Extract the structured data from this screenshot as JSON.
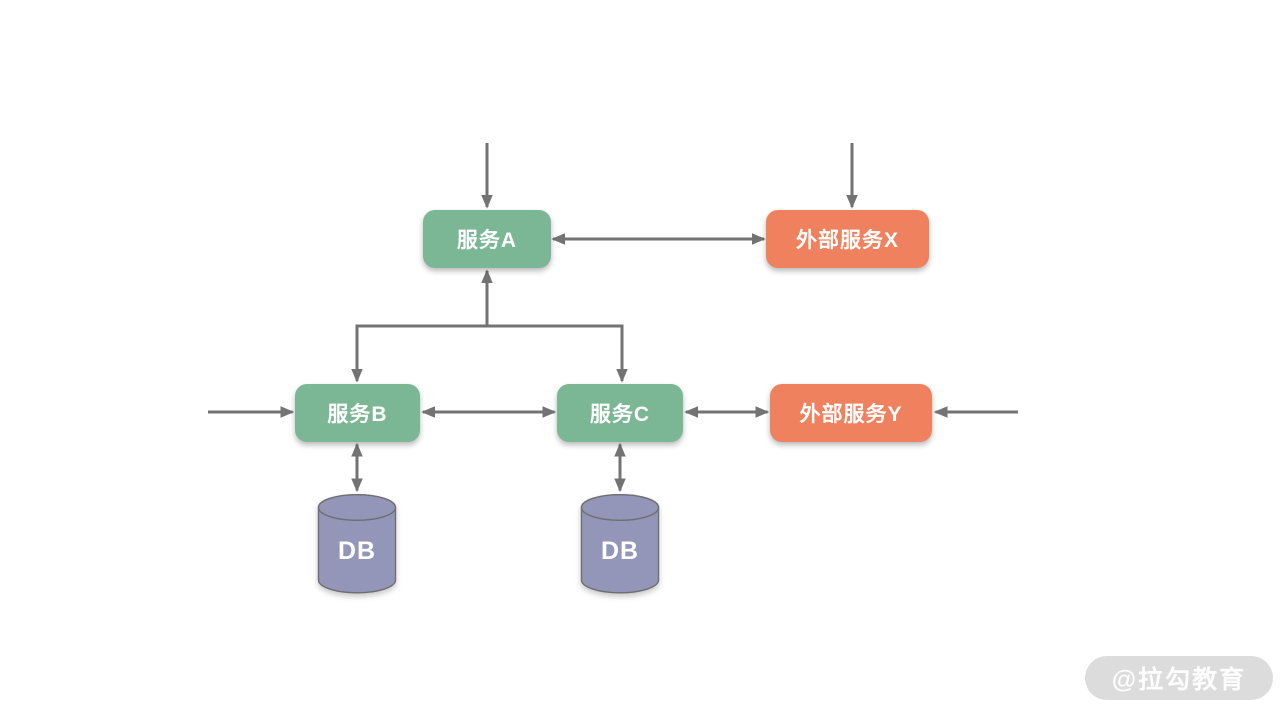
{
  "page": {
    "background": "#FFFFFF"
  },
  "diagram": {
    "type": "architecture-flow",
    "connector_color": "#737373",
    "nodes": [
      {
        "id": "service-a",
        "label": "服务A",
        "kind": "internal-service",
        "color": "#7CB795",
        "text_color": "#FFFFFF"
      },
      {
        "id": "external-service-x",
        "label": "外部服务X",
        "kind": "external-service",
        "color": "#F0815F",
        "text_color": "#FFFFFF"
      },
      {
        "id": "service-b",
        "label": "服务B",
        "kind": "internal-service",
        "color": "#7CB795",
        "text_color": "#FFFFFF"
      },
      {
        "id": "service-c",
        "label": "服务C",
        "kind": "internal-service",
        "color": "#7CB795",
        "text_color": "#FFFFFF"
      },
      {
        "id": "external-service-y",
        "label": "外部服务Y",
        "kind": "external-service",
        "color": "#F0815F",
        "text_color": "#FFFFFF"
      },
      {
        "id": "db-left",
        "label": "DB",
        "kind": "database",
        "color": "#9396B9",
        "text_color": "#FFFFFF"
      },
      {
        "id": "db-right",
        "label": "DB",
        "kind": "database",
        "color": "#9396B9",
        "text_color": "#FFFFFF"
      }
    ],
    "edges": [
      {
        "from": "offscreen-top",
        "to": "service-a",
        "direction": "one-way"
      },
      {
        "from": "offscreen-top",
        "to": "external-service-x",
        "direction": "one-way"
      },
      {
        "from": "service-a",
        "to": "external-service-x",
        "direction": "two-way"
      },
      {
        "from": "service-a",
        "to": "service-b",
        "direction": "two-way"
      },
      {
        "from": "service-a",
        "to": "service-c",
        "direction": "two-way"
      },
      {
        "from": "offscreen-left",
        "to": "service-b",
        "direction": "one-way"
      },
      {
        "from": "service-b",
        "to": "service-c",
        "direction": "two-way"
      },
      {
        "from": "service-c",
        "to": "external-service-y",
        "direction": "two-way"
      },
      {
        "from": "offscreen-right",
        "to": "external-service-y",
        "direction": "one-way"
      },
      {
        "from": "service-b",
        "to": "db-left",
        "direction": "two-way"
      },
      {
        "from": "service-c",
        "to": "db-right",
        "direction": "two-way"
      }
    ]
  },
  "watermark": {
    "text": "@拉勾教育",
    "background": "#DCDCDC",
    "text_color": "#FFFFFF"
  }
}
